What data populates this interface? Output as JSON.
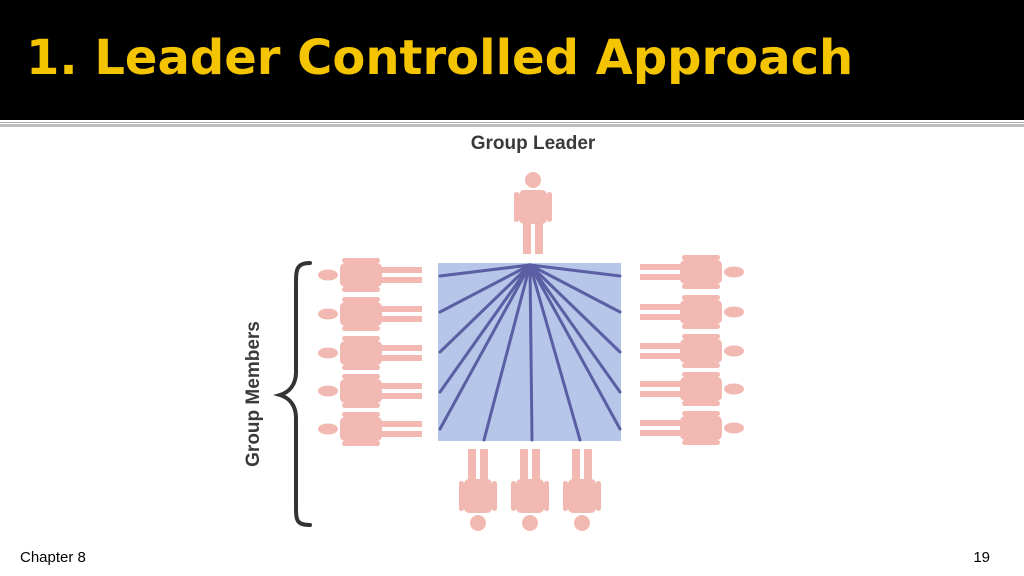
{
  "slide": {
    "title": "1. Leader Controlled Approach",
    "footer_left": "Chapter 8",
    "page_number": "19"
  },
  "diagram": {
    "leader_label": "Group Leader",
    "members_label": "Group Members",
    "colors": {
      "figure": "#f2b8b2",
      "panel": "#b5c6e8",
      "lines": "#5a5fa3",
      "label": "#3a3a3a",
      "title": "#f5c400"
    }
  }
}
